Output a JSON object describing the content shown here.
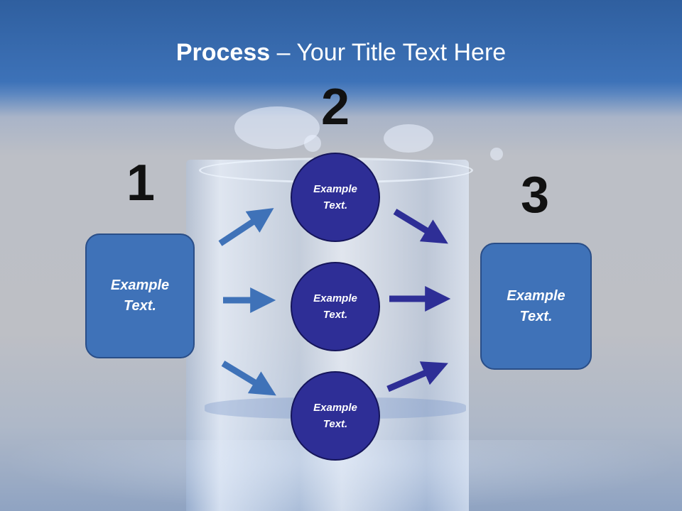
{
  "title": {
    "bold": "Process",
    "rest": " – Your Title Text Here"
  },
  "steps": [
    {
      "number": "1"
    },
    {
      "number": "2"
    },
    {
      "number": "3"
    }
  ],
  "left_box": {
    "line1": "Example",
    "line2": "Text."
  },
  "right_box": {
    "line1": "Example",
    "line2": "Text."
  },
  "circles": [
    {
      "line1": "Example",
      "line2": "Text."
    },
    {
      "line1": "Example",
      "line2": "Text."
    },
    {
      "line1": "Example",
      "line2": "Text."
    }
  ],
  "colors": {
    "box_fill": "#3f72b8",
    "circle_fill": "#2e2e96",
    "left_arrow": "#3f72b8",
    "right_arrow": "#2e2e96",
    "title_bar": "#3d72b8"
  }
}
